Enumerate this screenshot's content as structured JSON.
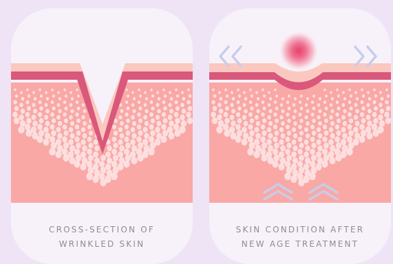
{
  "panels": [
    {
      "caption_line1": "CROSS-SECTION OF",
      "caption_line2": "WRINKLED SKIN"
    },
    {
      "caption_line1": "SKIN CONDITION AFTER",
      "caption_line2": "NEW AGE TREATMENT"
    }
  ],
  "colors": {
    "page_background": "#efe3f6",
    "panel_background": "#f7f2fa",
    "epidermis": "#fbc8bf",
    "dermis_line": "#d9587b",
    "tissue": "#f9a8a6",
    "cells": "#fde8e8",
    "arrow": "#c7cde9",
    "treatment_glow": "#e8406d"
  },
  "icons": [
    "chevron-left-icon",
    "chevron-right-icon",
    "chevron-up-icon",
    "glow-dot-icon"
  ]
}
